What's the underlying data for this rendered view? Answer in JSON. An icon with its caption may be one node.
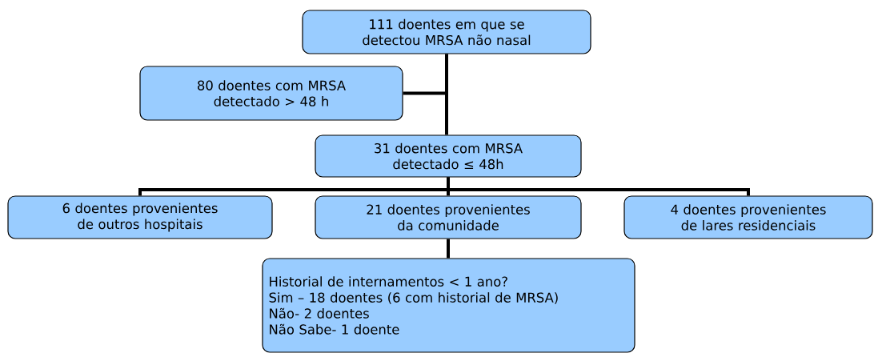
{
  "diagram": {
    "nodes": [
      {
        "text": [
          "111 doentes em que se detectou MRSA não nasal"
        ]
      },
      {
        "text": [
          "80 doentes com MRSA detectado > 48 h"
        ]
      },
      {
        "text": [
          "31 doentes com MRSA detectado ≤ 48h"
        ]
      },
      {
        "text": [
          "6 doentes provenientes de outros hospitais"
        ]
      },
      {
        "text": [
          "21 doentes provenientes da comunidade"
        ]
      },
      {
        "text": [
          "4 doentes provenientes de lares residenciais"
        ]
      },
      {
        "text": [
          "Historial de internamentos < 1 ano?",
          "Sim – 18 doentes (6 com historial de MRSA)",
          "Não- 2 doentes",
          "Não Sabe- 1 doente"
        ]
      }
    ],
    "edges": [
      {
        "from": 0,
        "to": 1,
        "arrow": "none"
      },
      {
        "from": 0,
        "to": 2,
        "arrow": "none"
      },
      {
        "from": 2,
        "to": 3,
        "arrow": "none"
      },
      {
        "from": 2,
        "to": 4,
        "arrow": "none"
      },
      {
        "from": 2,
        "to": 5,
        "arrow": "none"
      },
      {
        "from": 4,
        "to": 6,
        "arrow": "none"
      }
    ]
  }
}
